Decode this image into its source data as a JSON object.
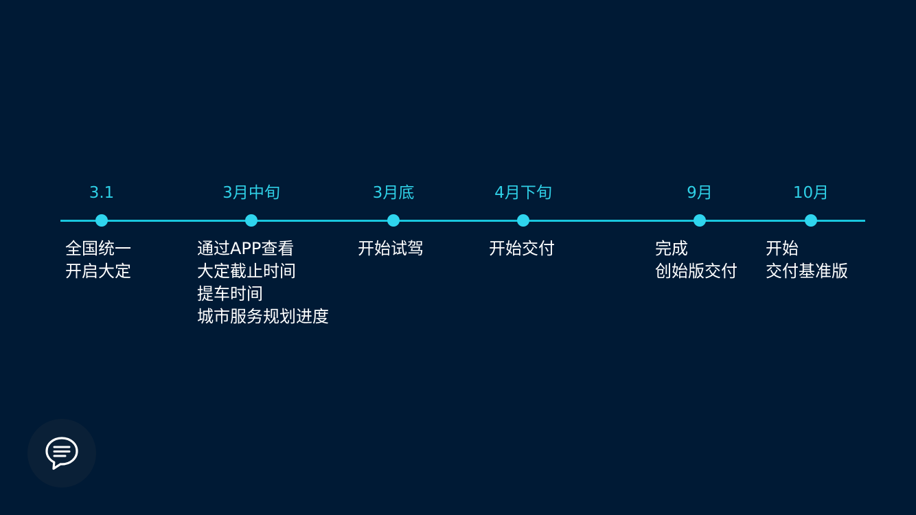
{
  "timeline": {
    "milestones": [
      {
        "date": "3.1",
        "lines": [
          "全国统一",
          "开启大定"
        ]
      },
      {
        "date": "3月中旬",
        "lines": [
          "通过APP查看",
          "大定截止时间",
          "提车时间",
          "城市服务规划进度"
        ]
      },
      {
        "date": "3月底",
        "lines": [
          "开始试驾"
        ]
      },
      {
        "date": "4月下旬",
        "lines": [
          "开始交付"
        ]
      },
      {
        "date": "9月",
        "lines": [
          "完成",
          "创始版交付"
        ]
      },
      {
        "date": "10月",
        "lines": [
          "开始",
          "交付基准版"
        ]
      }
    ]
  },
  "chat_button": {
    "icon": "chat-bubble-icon"
  },
  "colors": {
    "background": "#001a35",
    "accent": "#19c6dd",
    "text": "#ffffff"
  }
}
